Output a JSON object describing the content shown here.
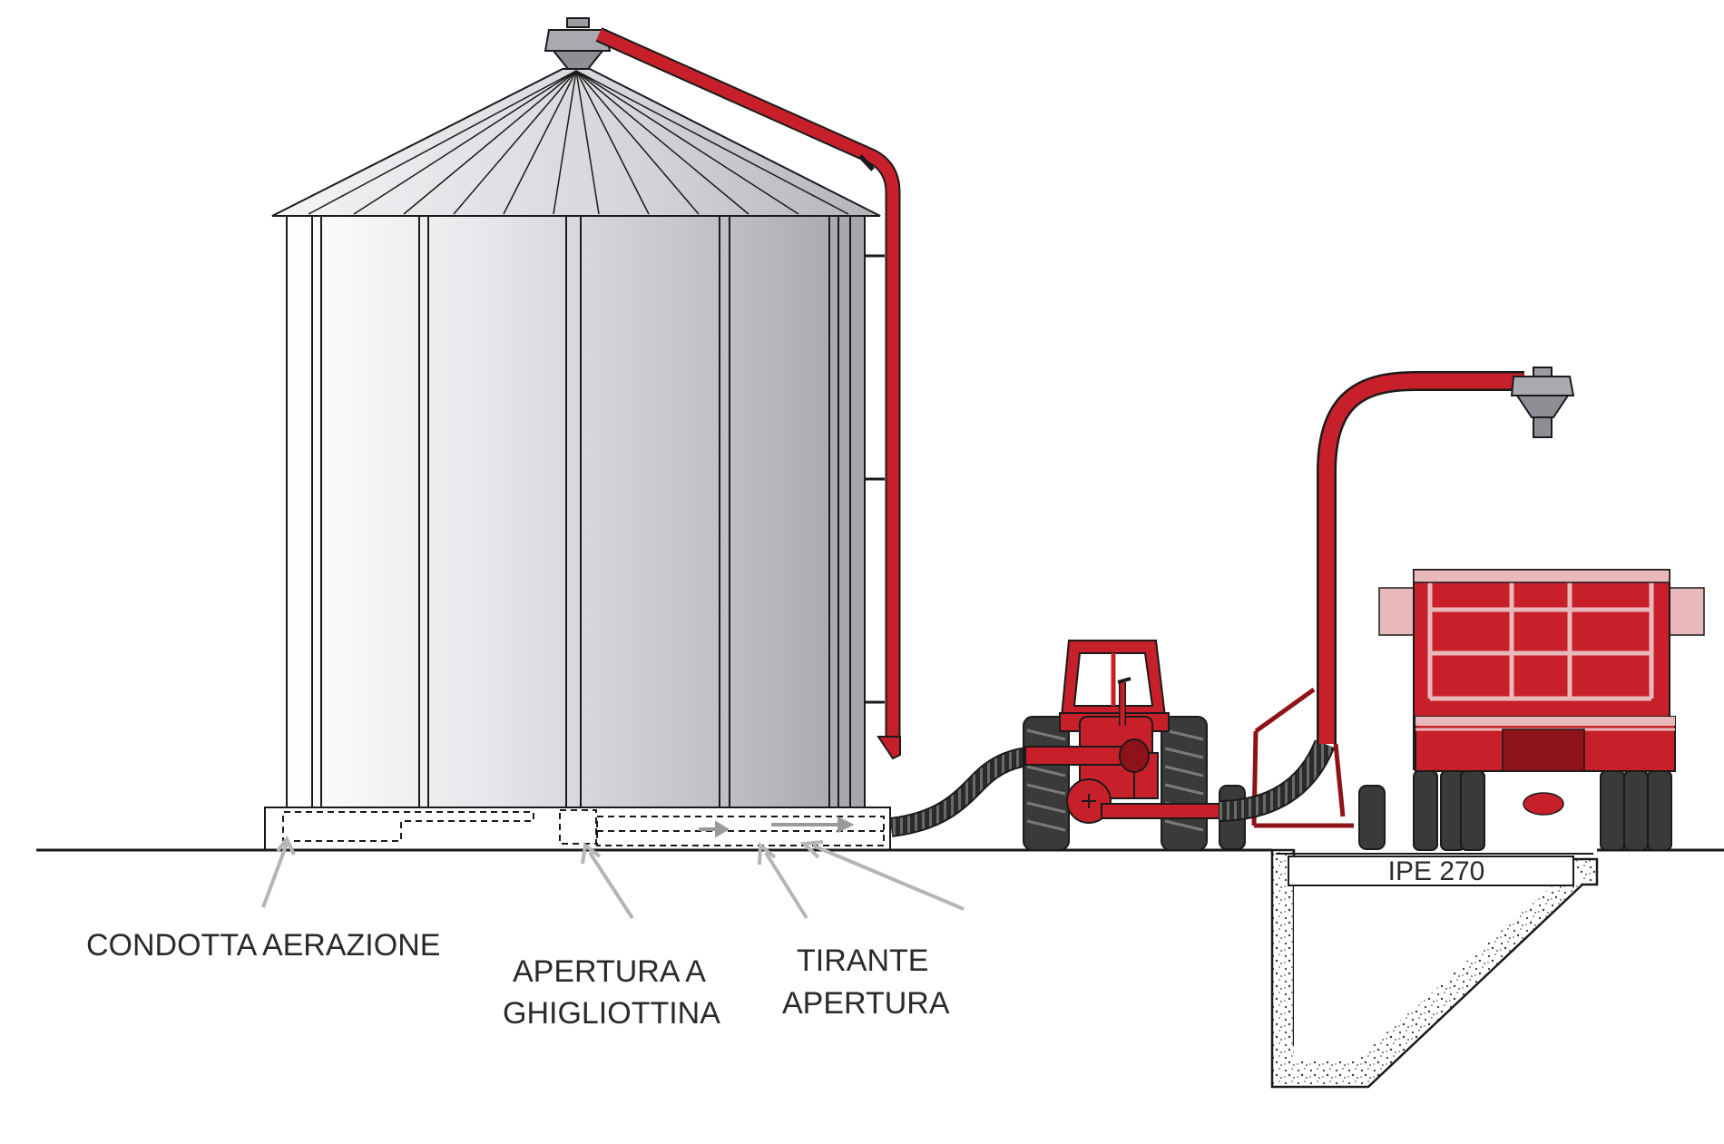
{
  "labels": {
    "condotta_aerazione": "CONDOTTA AERAZIONE",
    "apertura_line1": "APERTURA  A",
    "apertura_line2": "GHIGLIOTTINA",
    "tirante_line1": "TIRANTE",
    "tirante_line2": "APERTURA",
    "ipe": "IPE 270"
  },
  "colors": {
    "auger_red": "#c8202a",
    "dark_red": "#8e1318",
    "outline": "#1a1a1a",
    "silo_light": "#f4f4f6",
    "silo_dark": "#a9abb0",
    "pointer_gray": "#b5b5b5",
    "trailer_pink": "#e8b8bb"
  }
}
